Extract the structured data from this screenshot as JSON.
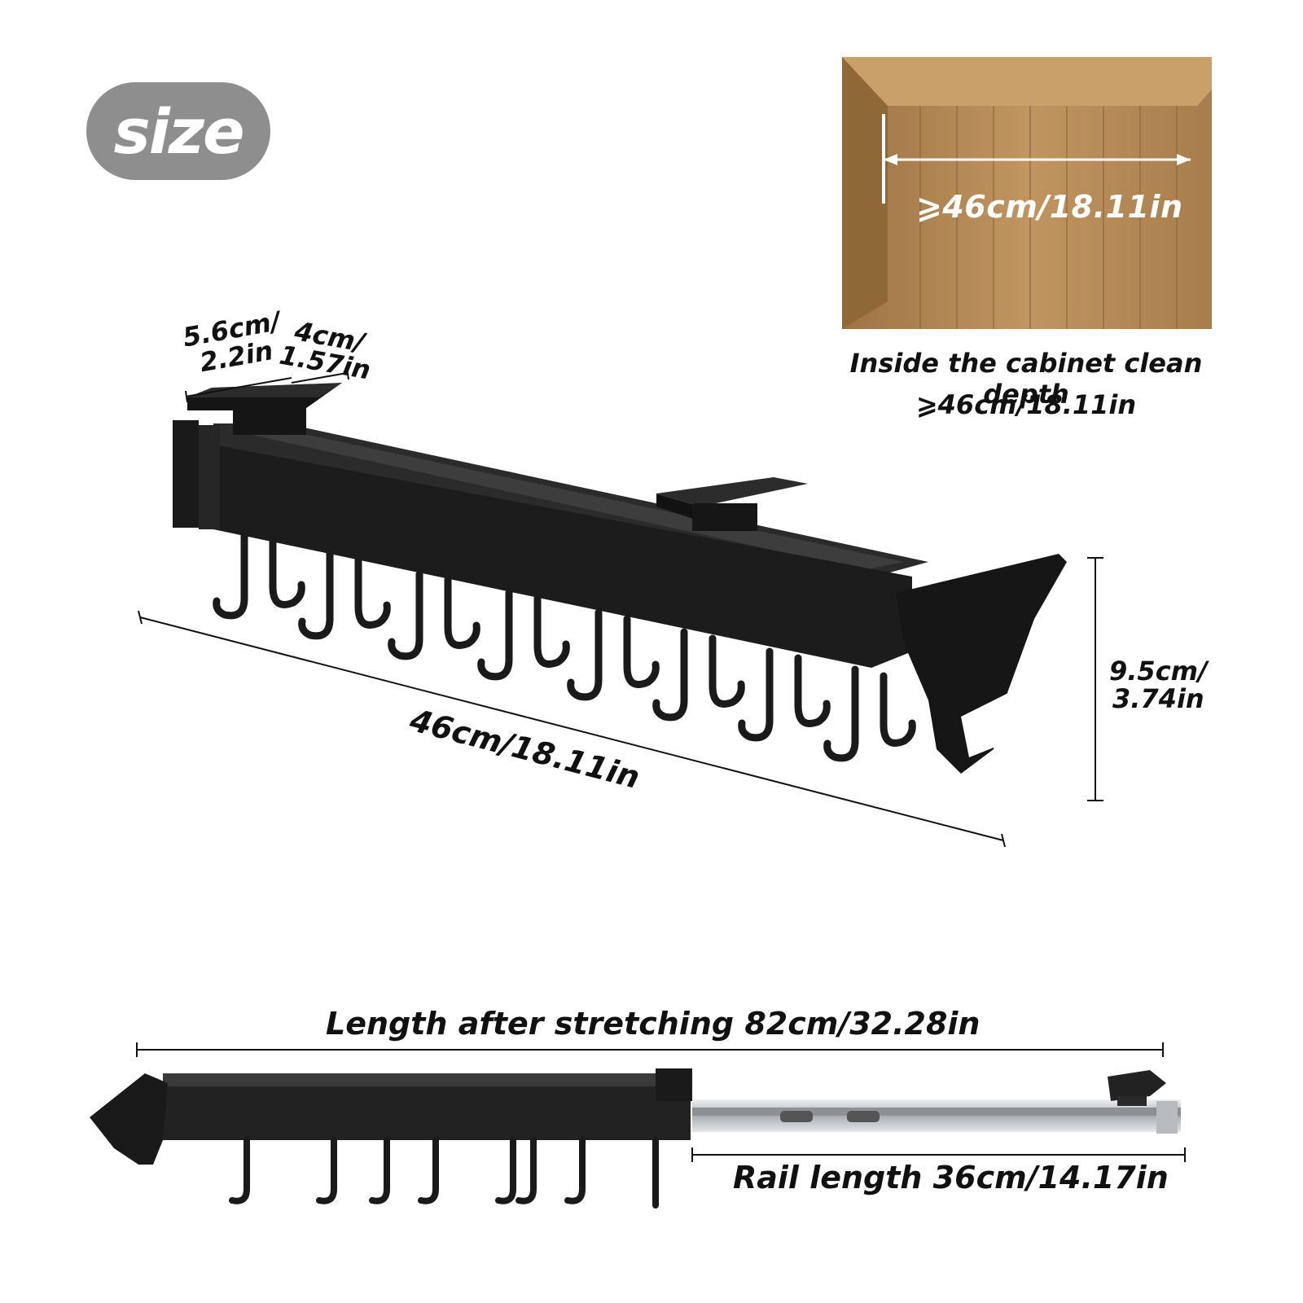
{
  "badge": {
    "text": "size"
  },
  "cabinet": {
    "depth_label": "⩾46cm/18.11in",
    "caption_line1": "Inside the cabinet clean depth",
    "caption_line2": "⩾46cm/18.11in"
  },
  "rack": {
    "width_label_line1": "5.6cm/",
    "width_label_line2": "2.2in",
    "mount_label_line1": "4cm/",
    "mount_label_line2": "1.57in",
    "length_label": "46cm/18.11in",
    "height_label_line1": "9.5cm/",
    "height_label_line2": "3.74in"
  },
  "stretched": {
    "length_label": "Length after stretching 82cm/32.28in",
    "rail_label": "Rail length 36cm/14.17in"
  },
  "colors": {
    "badge": "#8e8e8e",
    "product": "#1b1b1b",
    "wood": "#b48a55",
    "rail_metal": "#c9ccd0"
  }
}
